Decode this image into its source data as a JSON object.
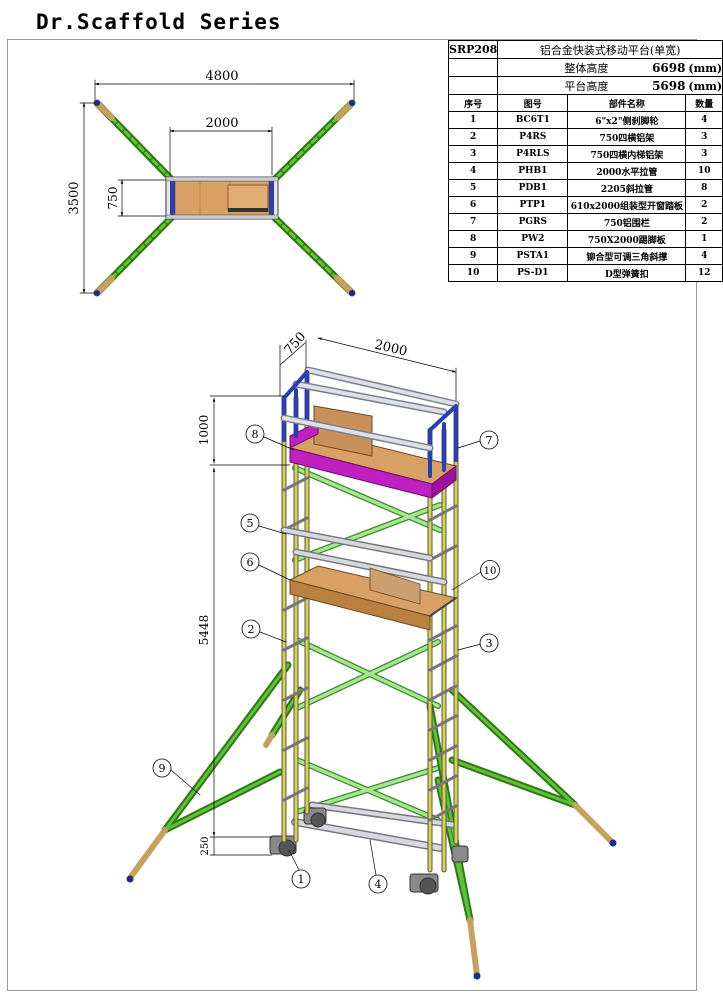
{
  "header": {
    "brand": "Dr.Scaffold Series"
  },
  "spec_table": {
    "model": "SRP208",
    "product_name": "铝合金快装式移动平台(单宽)",
    "overall_height_label": "整体高度",
    "overall_height_value": "6698",
    "platform_height_label": "平台高度",
    "platform_height_value": "5698",
    "unit": "(mm)",
    "headers": {
      "no": "序号",
      "code": "图号",
      "name": "部件名称",
      "qty": "数量"
    },
    "parts": [
      {
        "no": "1",
        "code": "BC6T1",
        "name": "6\"x2\"侧刹脚轮",
        "qty": "4"
      },
      {
        "no": "2",
        "code": "P4RS",
        "name": "750四横铝架",
        "qty": "3"
      },
      {
        "no": "3",
        "code": "P4RLS",
        "name": "750四横内梯铝架",
        "qty": "3"
      },
      {
        "no": "4",
        "code": "PHB1",
        "name": "2000水平拉管",
        "qty": "10"
      },
      {
        "no": "5",
        "code": "PDB1",
        "name": "2205斜拉管",
        "qty": "8"
      },
      {
        "no": "6",
        "code": "PTP1",
        "name": "610x2000组装型开窗踏板",
        "qty": "2"
      },
      {
        "no": "7",
        "code": "PGRS",
        "name": "750铝围栏",
        "qty": "2"
      },
      {
        "no": "8",
        "code": "PW2",
        "name": "750X2000踢脚板",
        "qty": "1"
      },
      {
        "no": "9",
        "code": "PSTA1",
        "name": "铆合型可调三角斜撑",
        "qty": "4"
      },
      {
        "no": "10",
        "code": "PS-D1",
        "name": "D型弹簧扣",
        "qty": "12"
      }
    ]
  },
  "plan_view": {
    "dim_overall_width": "4800",
    "dim_frame_length": "2000",
    "dim_frame_width": "750",
    "dim_overall_depth": "3500"
  },
  "iso_view": {
    "dim_width": "750",
    "dim_length": "2000",
    "dim_guardrail": "1000",
    "dim_height": "5448",
    "dim_caster": "250",
    "callouts": [
      "1",
      "2",
      "3",
      "4",
      "5",
      "6",
      "7",
      "8",
      "9",
      "10"
    ]
  },
  "colors": {
    "outrigger_green": "#3a9a1a",
    "brace_green": "#9ee08a",
    "frame_yellow": "#c8c23a",
    "frame_blue": "#2a3fb0",
    "deck_wood": "#d9a066",
    "toeboard_magenta": "#c020c0",
    "rail_grey": "#c8ccd4"
  }
}
